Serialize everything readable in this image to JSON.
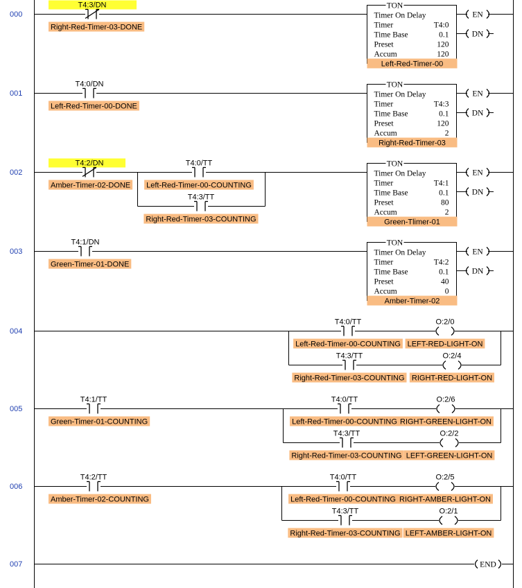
{
  "rungs": [
    {
      "number": "000",
      "inputs": [
        {
          "type": "xio",
          "address": "T4:3/DN",
          "tag": "Right-Red-Timer-03-DONE",
          "highlight": true
        }
      ],
      "timer": {
        "title": "TON",
        "header": "Timer On Delay",
        "timer": "T4:0",
        "time_base": "0.1",
        "preset": "120",
        "accum": "120",
        "tag": "Left-Red-Timer-00"
      }
    },
    {
      "number": "001",
      "inputs": [
        {
          "type": "xic",
          "address": "T4:0/DN",
          "tag": "Left-Red-Timer-00-DONE",
          "highlight": false
        }
      ],
      "timer": {
        "title": "TON",
        "header": "Timer On Delay",
        "timer": "T4:3",
        "time_base": "0.1",
        "preset": "120",
        "accum": "2",
        "tag": "Right-Red-Timer-03"
      }
    },
    {
      "number": "002",
      "inputs": [
        {
          "type": "xio",
          "address": "T4:2/DN",
          "tag": "Amber-Timer-02-DONE",
          "highlight": true
        }
      ],
      "branch": [
        {
          "address": "T4:0/TT",
          "tag": "Left-Red-Timer-00-COUNTING"
        },
        {
          "address": "T4:3/TT",
          "tag": "Right-Red-Timer-03-COUNTING"
        }
      ],
      "timer": {
        "title": "TON",
        "header": "Timer On Delay",
        "timer": "T4:1",
        "time_base": "0.1",
        "preset": "80",
        "accum": "2",
        "tag": "Green-Tlimer-01"
      }
    },
    {
      "number": "003",
      "inputs": [
        {
          "type": "xic",
          "address": "T4:1/DN",
          "tag": "Green-Timer-01-DONE",
          "highlight": false
        }
      ],
      "timer": {
        "title": "TON",
        "header": "Timer On Delay",
        "timer": "T4:2",
        "time_base": "0.1",
        "preset": "40",
        "accum": "0",
        "tag": "Amber-Timer-02"
      }
    },
    {
      "number": "004",
      "inputs": [],
      "outputs": [
        {
          "contact_address": "T4:0/TT",
          "contact_tag": "Left-Red-Timer-00-COUNTING",
          "coil_address": "O:2/0",
          "coil_tag": "LEFT-RED-LIGHT-ON"
        },
        {
          "contact_address": "T4:3/TT",
          "contact_tag": "Right-Red-Timer-03-COUNTING",
          "coil_address": "O:2/4",
          "coil_tag": "RIGHT-RED-LIGHT-ON"
        }
      ]
    },
    {
      "number": "005",
      "inputs": [
        {
          "type": "xic",
          "address": "T4:1/TT",
          "tag": "Green-Timer-01-COUNTING",
          "highlight": false
        }
      ],
      "outputs": [
        {
          "contact_address": "T4:0/TT",
          "contact_tag": "Left-Red-Timer-00-COUNTING",
          "coil_address": "O:2/6",
          "coil_tag": "RIGHT-GREEN-LIGHT-ON"
        },
        {
          "contact_address": "T4:3/TT",
          "contact_tag": "Right-Red-Timer-03-COUNTING",
          "coil_address": "O:2/2",
          "coil_tag": "LEFT-GREEN-LIGHT-ON"
        }
      ]
    },
    {
      "number": "006",
      "inputs": [
        {
          "type": "xic",
          "address": "T4:2/TT",
          "tag": "Amber-Timer-02-COUNTING",
          "highlight": false
        }
      ],
      "outputs": [
        {
          "contact_address": "T4:0/TT",
          "contact_tag": "Left-Red-Timer-00-COUNTING",
          "coil_address": "O:2/5",
          "coil_tag": "RIGHT-AMBER-LIGHT-ON"
        },
        {
          "contact_address": "T4:3/TT",
          "contact_tag": "Right-Red-Timer-03-COUNTING",
          "coil_address": "O:2/1",
          "coil_tag": "LEFT-AMBER-LIGHT-ON"
        }
      ]
    },
    {
      "number": "007",
      "end": "END"
    }
  ],
  "labels": {
    "timer": "Timer",
    "time_base": "Time Base",
    "preset": "Preset",
    "accum": "Accum",
    "en": "EN",
    "dn": "DN"
  },
  "colors": {
    "tag_background": "#f9bc83",
    "highlight": "#ffff33",
    "rung_number": "#1f3fb0"
  }
}
